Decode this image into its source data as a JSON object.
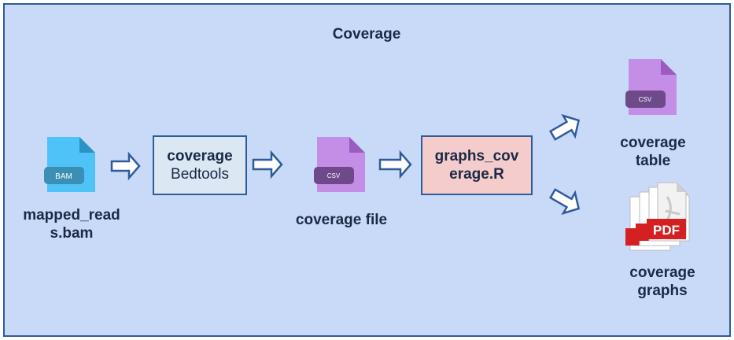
{
  "title": "Coverage",
  "input": {
    "file_label_line1": "mapped_read",
    "file_label_line2": "s.bam",
    "badge": "BAM"
  },
  "step1": {
    "line1": "coverage",
    "line2": "Bedtools"
  },
  "intermediate": {
    "label": "coverage file",
    "badge": "CSV"
  },
  "step2": {
    "line1": "graphs_cov",
    "line2": "erage.R"
  },
  "outputs": {
    "table": {
      "line1": "coverage",
      "line2": "table",
      "badge": "CSV"
    },
    "graphs": {
      "line1": "coverage",
      "line2": "graphs",
      "badge": "PDF"
    }
  },
  "colors": {
    "background": "#c9daf8",
    "border": "#2e5b9a",
    "bam_icon": "#4fc3f7",
    "csv_icon": "#c58ee6",
    "script_box": "#f5cccc",
    "tool_box": "#dce7f4",
    "pdf_red": "#d42020"
  },
  "icons": [
    "bam-file-icon",
    "csv-file-icon",
    "pdf-stack-icon",
    "arrow-right-icon",
    "arrow-diagonal-icon"
  ]
}
